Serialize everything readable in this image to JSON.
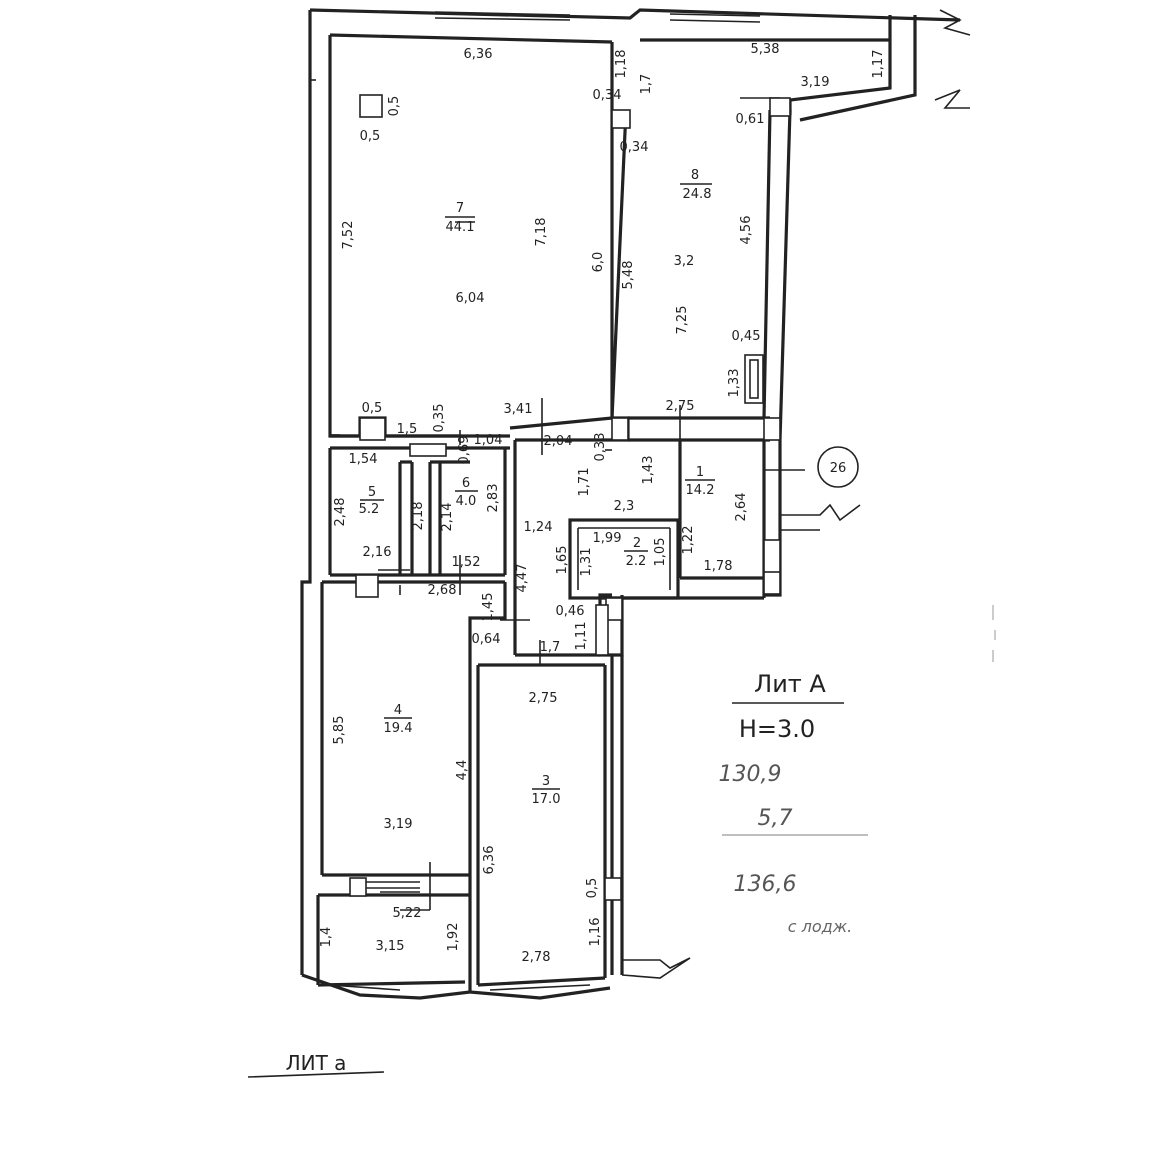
{
  "plan": {
    "lit_a_label": "Лит А",
    "height_label": "H=3.0",
    "hand_area_1": "130,9",
    "hand_area_2": "5,7",
    "hand_total": "136,6",
    "hand_note": "с лодж.",
    "lit_a_small_label": "ЛИТ а",
    "marker_number": "26"
  },
  "rooms": [
    {
      "id": "room-7",
      "number": "7",
      "area": "44.1"
    },
    {
      "id": "room-8",
      "number": "8",
      "area": "24.8"
    },
    {
      "id": "room-5",
      "number": "5",
      "area": "5.2"
    },
    {
      "id": "room-6",
      "number": "6",
      "area": "4.0"
    },
    {
      "id": "room-1",
      "number": "1",
      "area": "14.2"
    },
    {
      "id": "room-2",
      "number": "2",
      "area": "2.2"
    },
    {
      "id": "room-4",
      "number": "4",
      "area": "19.4"
    },
    {
      "id": "room-3",
      "number": "3",
      "area": "17.0"
    }
  ],
  "dimensions": [
    "6,36",
    "0,5",
    "0,5",
    "7,52",
    "6,04",
    "7,18",
    "1,18",
    "0,34",
    "1,7",
    "0,34",
    "5,38",
    "3,19",
    "1,17",
    "0,61",
    "6,0",
    "5,48",
    "3,2",
    "4,56",
    "7,25",
    "0,45",
    "1,33",
    "2,75",
    "0,5",
    "1,5",
    "0,35",
    "3,41",
    "1,54",
    "0,69",
    "1,04",
    "2,04",
    "0,33",
    "2,48",
    "2,18",
    "2,14",
    "2,83",
    "2,16",
    "1,52",
    "2,68",
    "1,71",
    "1,43",
    "2,3",
    "2,64",
    "1,24",
    "1,99",
    "1,05",
    "1,22",
    "1,78",
    "1,65",
    "1,31",
    "4,47",
    "0,46",
    "1,45",
    "0,64",
    "1,11",
    "1,7",
    "2,75",
    "5,85",
    "4,4",
    "3,19",
    "6,36",
    "0,5",
    "5,22",
    "1,4",
    "3,15",
    "1,92",
    "1,16",
    "2,78"
  ]
}
